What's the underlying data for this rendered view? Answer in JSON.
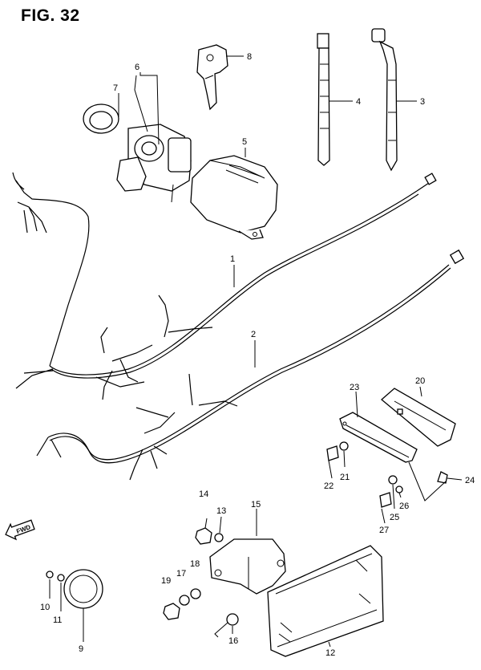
{
  "figure": {
    "title": "FIG. 32"
  },
  "badges": {
    "fwd": "FWD"
  },
  "parts": {
    "p1": "1",
    "p2": "2",
    "p3": "3",
    "p4": "4",
    "p5": "5",
    "p6": "6",
    "p7": "7",
    "p8": "8",
    "p9": "9",
    "p10": "10",
    "p11": "11",
    "p12": "12",
    "p13": "13",
    "p14": "14",
    "p15": "15",
    "p16": "16",
    "p17": "17",
    "p18": "18",
    "p19": "19",
    "p20": "20",
    "p21": "21",
    "p22": "22",
    "p23": "23",
    "p24": "24",
    "p25": "25",
    "p26": "26",
    "p27": "27"
  }
}
